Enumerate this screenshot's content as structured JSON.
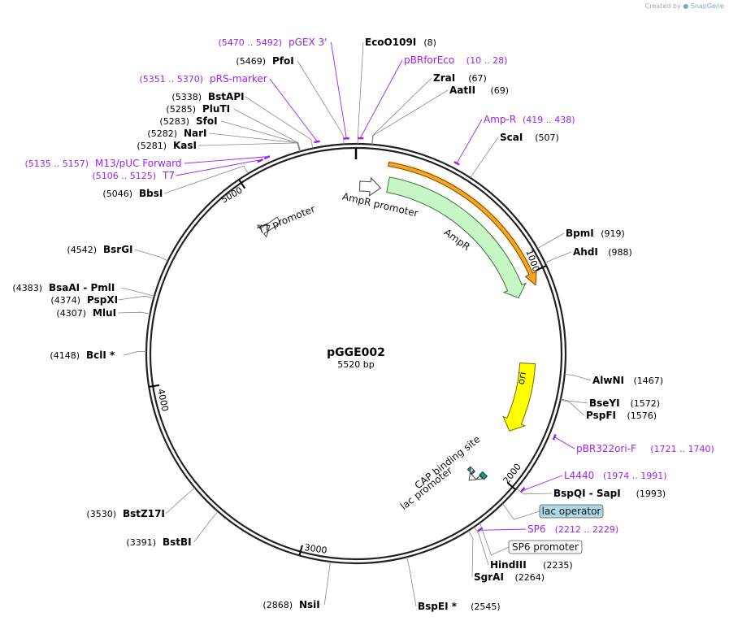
{
  "credit": {
    "created_by": "Created by",
    "brand": "SnapGene"
  },
  "plasmid": {
    "name": "pGGE002",
    "length": "5520 bp",
    "total_bp": 5520
  },
  "ticks": [
    {
      "bp": 1000,
      "label": "1000"
    },
    {
      "bp": 2000,
      "label": "2000"
    },
    {
      "bp": 3000,
      "label": "3000"
    },
    {
      "bp": 4000,
      "label": "4000"
    },
    {
      "bp": 5000,
      "label": "5000"
    }
  ],
  "sites": [
    {
      "name": "EcoO109I",
      "pos": "(8)",
      "bp": 8
    },
    {
      "name": "ZraI",
      "pos": "(67)",
      "bp": 67
    },
    {
      "name": "AatII",
      "pos": "(69)",
      "bp": 69
    },
    {
      "name": "ScaI",
      "pos": "(507)",
      "bp": 507
    },
    {
      "name": "BpmI",
      "pos": "(919)",
      "bp": 919
    },
    {
      "name": "AhdI",
      "pos": "(988)",
      "bp": 988
    },
    {
      "name": "AlwNI",
      "pos": "(1467)",
      "bp": 1467
    },
    {
      "name": "BseYI",
      "pos": "(1572)",
      "bp": 1572
    },
    {
      "name": "PspFI",
      "pos": "(1576)",
      "bp": 1576
    },
    {
      "name": "BspQI - SapI",
      "pos": "(1993)",
      "bp": 1993
    },
    {
      "name": "HindIII",
      "pos": "(2235)",
      "bp": 2235
    },
    {
      "name": "SgrAI",
      "pos": "(2264)",
      "bp": 2264
    },
    {
      "name": "BspEI *",
      "pos": "(2545)",
      "bp": 2545
    },
    {
      "name": "NsiI",
      "pos": "(2868)",
      "bp": 2868
    },
    {
      "name": "BstBI",
      "pos": "(3391)",
      "bp": 3391
    },
    {
      "name": "BstZ17I",
      "pos": "(3530)",
      "bp": 3530
    },
    {
      "name": "BclI *",
      "pos": "(4148)",
      "bp": 4148
    },
    {
      "name": "MluI",
      "pos": "(4307)",
      "bp": 4307
    },
    {
      "name": "PspXI",
      "pos": "(4374)",
      "bp": 4374
    },
    {
      "name": "BsaAI - PmlI",
      "pos": "(4383)",
      "bp": 4383
    },
    {
      "name": "BsrGI",
      "pos": "(4542)",
      "bp": 4542
    },
    {
      "name": "BbsI",
      "pos": "(5046)",
      "bp": 5046
    },
    {
      "name": "KasI",
      "pos": "(5281)",
      "bp": 5281
    },
    {
      "name": "NarI",
      "pos": "(5282)",
      "bp": 5282
    },
    {
      "name": "SfoI",
      "pos": "(5283)",
      "bp": 5283
    },
    {
      "name": "PluTI",
      "pos": "(5285)",
      "bp": 5285
    },
    {
      "name": "BstAPI",
      "pos": "(5338)",
      "bp": 5338
    },
    {
      "name": "PfoI",
      "pos": "(5469)",
      "bp": 5469
    }
  ],
  "primers": [
    {
      "name": "pGEX 3'",
      "range": "(5470 .. 5492)",
      "bp": 5481
    },
    {
      "name": "pBRforEco",
      "range": "(10 .. 28)",
      "bp": 19
    },
    {
      "name": "Amp-R",
      "range": "(419 .. 438)",
      "bp": 428
    },
    {
      "name": "pBR322ori-F",
      "range": "(1721 .. 1740)",
      "bp": 1730
    },
    {
      "name": "L4440",
      "range": "(1974 .. 1991)",
      "bp": 1982
    },
    {
      "name": "SP6",
      "range": "(2212 .. 2229)",
      "bp": 2220
    },
    {
      "name": "pRS-marker",
      "range": "(5351 .. 5370)",
      "bp": 5360
    },
    {
      "name": "M13/pUC Forward",
      "range": "(5135 .. 5157)",
      "bp": 5146
    },
    {
      "name": "T7",
      "range": "(5106 .. 5125)",
      "bp": 5115
    }
  ],
  "features": [
    {
      "name": "AmpR promoter",
      "kind": "promoter"
    },
    {
      "name": "AmpR",
      "kind": "cds",
      "color": "#c6f5c6"
    },
    {
      "name": "ori",
      "kind": "origin",
      "color": "#ffff00"
    },
    {
      "name": "CAP binding site",
      "kind": "misc",
      "color": "#2a8a8a"
    },
    {
      "name": "lac promoter",
      "kind": "promoter"
    },
    {
      "name": "T7 promoter",
      "kind": "promoter"
    },
    {
      "name": "lac operator",
      "kind": "boxed",
      "color": "#add8e6"
    },
    {
      "name": "SP6 promoter",
      "kind": "boxed",
      "color": "#ffffff"
    }
  ],
  "colors": {
    "primer": "#a020f0",
    "backbone": "#222222",
    "orf_highlight": "#f5a623"
  }
}
